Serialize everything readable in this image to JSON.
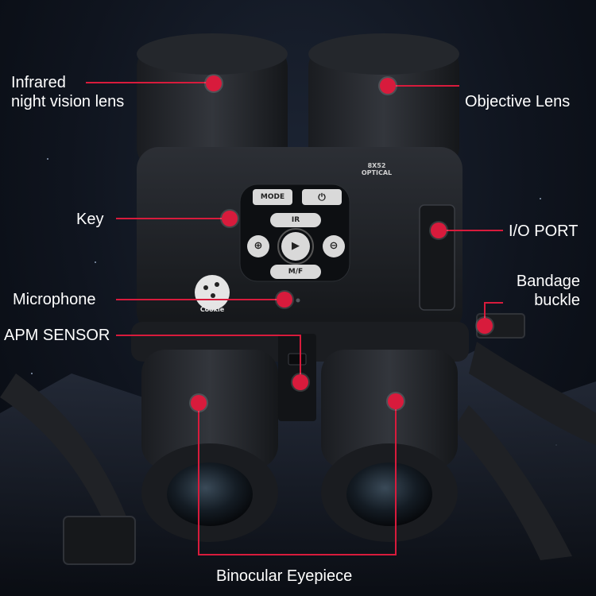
{
  "labels": {
    "infrared": "Infrared\nnight vision lens",
    "objective": "Objective Lens",
    "key": "Key",
    "io_port": "I/O PORT",
    "bandage": "Bandage\nbuckle",
    "microphone": "Microphone",
    "apm_sensor": "APM SENSOR",
    "eyepiece": "Binocular Eyepiece"
  },
  "device": {
    "model_text": "8X52\nOPTICAL",
    "mode_button": "MODE",
    "power_symbol": "⏻",
    "ir_button": "IR",
    "mf_button": "M/F",
    "zoom_in_symbol": "⊕",
    "zoom_out_symbol": "⊖",
    "play_symbol": "▶",
    "brand_logo": "Cookie"
  },
  "colors": {
    "accent": "#d81b3c",
    "label_text": "#ffffff",
    "button_face": "#d9d9d9"
  },
  "icons": [
    "power-icon",
    "zoom-in-icon",
    "zoom-out-icon",
    "play-icon"
  ]
}
